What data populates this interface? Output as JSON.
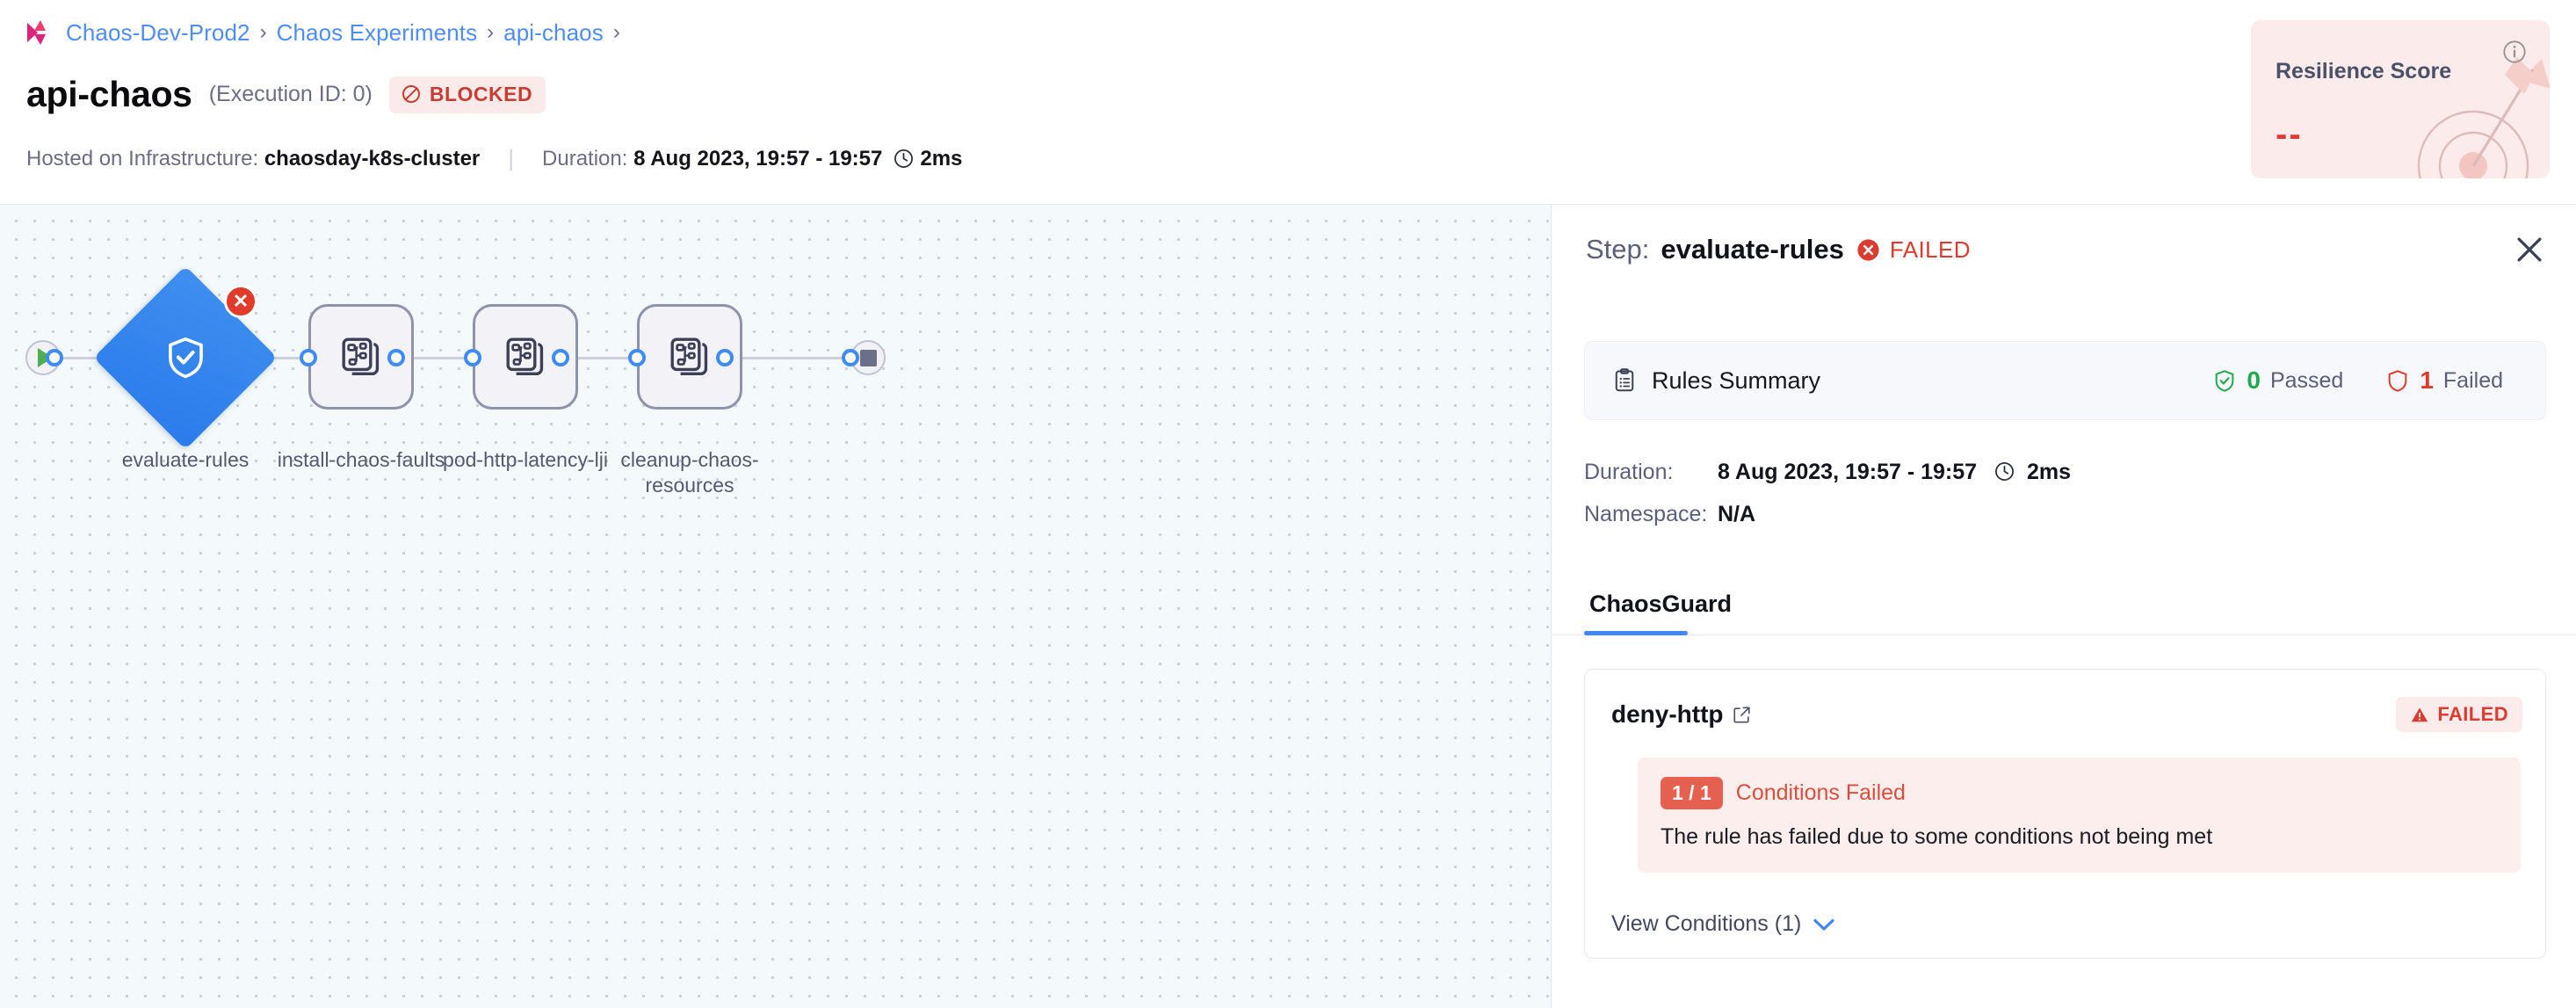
{
  "header": {
    "breadcrumb": {
      "logo_icon": "harness-logo-icon",
      "items": [
        "Chaos-Dev-Prod2",
        "Chaos Experiments",
        "api-chaos"
      ],
      "separator": "›",
      "trailing_separator": "›"
    },
    "title": "api-chaos",
    "execution_id_label": "(Execution ID: 0)",
    "status": {
      "label": "BLOCKED",
      "icon": "blocked-icon",
      "color": "#c93c32",
      "bg": "#fbeaea"
    },
    "meta": {
      "infra_label": "Hosted on Infrastructure:",
      "infra_value": "chaosday-k8s-cluster",
      "divider": "|",
      "duration_label": "Duration:",
      "duration_value": "8 Aug 2023, 19:57 - 19:57",
      "clock_icon": "clock-icon",
      "elapsed": "2ms"
    }
  },
  "resilience": {
    "title": "Resilience Score",
    "value": "--",
    "info_icon": "info-icon",
    "art_icon": "target-arrow-icon",
    "bg": "#fbeceb",
    "value_color": "#e53935"
  },
  "canvas": {
    "start_node": {
      "name": "start-node",
      "icon": "play-icon"
    },
    "end_node": {
      "name": "end-node",
      "icon": "stop-icon"
    },
    "nodes": [
      {
        "id": "evaluate-rules",
        "label": "evaluate-rules",
        "shape": "diamond",
        "icon": "shield-check-icon",
        "status": "failed",
        "badge": "✕"
      },
      {
        "id": "install-chaos-faults",
        "label": "install-chaos-faults",
        "shape": "box",
        "icon": "chaos-fault-icon",
        "status": "none"
      },
      {
        "id": "pod-http-latency-lji",
        "label": "pod-http-latency-lji",
        "shape": "box",
        "icon": "chaos-fault-icon",
        "status": "none"
      },
      {
        "id": "cleanup-chaos-resources",
        "label": "cleanup-chaos-resources",
        "shape": "box",
        "icon": "chaos-fault-icon",
        "status": "none"
      }
    ]
  },
  "panel": {
    "title_prefix": "Step:",
    "step_name": "evaluate-rules",
    "status": {
      "label": "FAILED",
      "icon": "error-circle-icon",
      "color": "#dc3c30"
    },
    "close_icon": "close-icon",
    "rules_summary": {
      "icon": "clipboard-icon",
      "title": "Rules Summary",
      "passed_count": "0",
      "passed_label": "Passed",
      "passed_icon": "shield-check-green-icon",
      "failed_count": "1",
      "failed_label": "Failed",
      "failed_icon": "shield-red-icon"
    },
    "details": [
      {
        "key": "Duration:",
        "value": "8 Aug 2023, 19:57 - 19:57",
        "clock_icon": "clock-icon",
        "suffix": "2ms"
      },
      {
        "key": "Namespace:",
        "value": "N/A"
      }
    ],
    "tabs": [
      {
        "label": "ChaosGuard",
        "active": true
      }
    ],
    "rule": {
      "name": "deny-http",
      "external_link_icon": "external-link-icon",
      "status": {
        "label": "FAILED",
        "icon": "warning-triangle-icon",
        "color": "#dc3c30",
        "bg": "#fbeceb"
      },
      "conditions": {
        "count_badge": "1 / 1",
        "label": "Conditions Failed",
        "description": "The rule has failed due to some conditions not being met"
      },
      "view_conditions": {
        "label": "View Conditions (1)",
        "chevron_icon": "chevron-down-icon"
      }
    }
  }
}
